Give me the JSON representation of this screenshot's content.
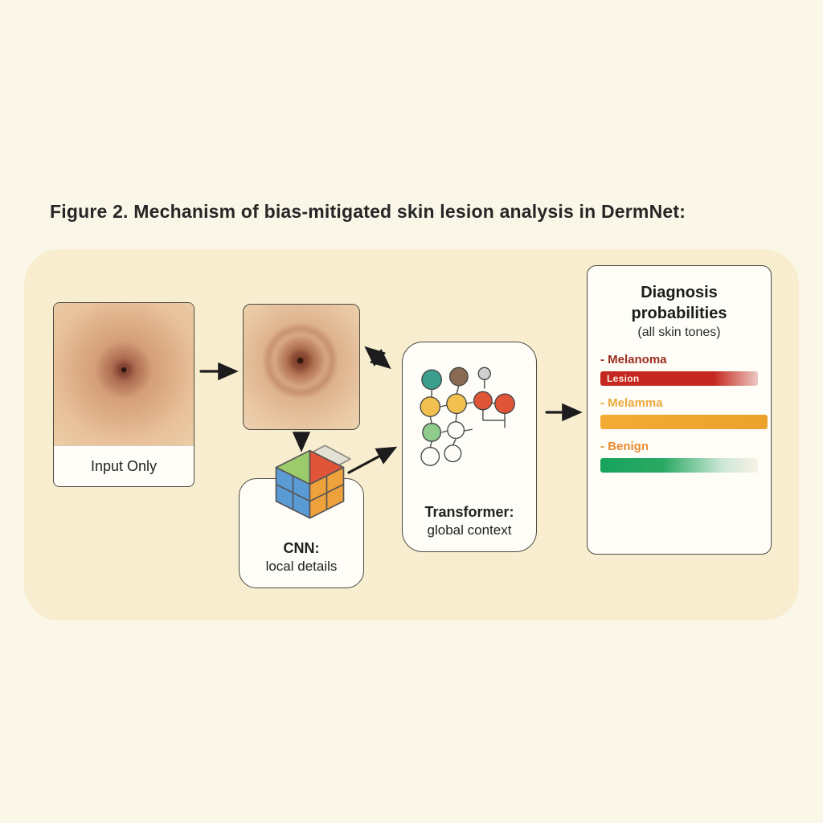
{
  "figure": {
    "caption": "Figure 2. Mechanism of bias-mitigated skin lesion analysis in DermNet:"
  },
  "panel": {
    "bg": "#f8eecf"
  },
  "input_card": {
    "label": "Input Only"
  },
  "cnn_card": {
    "title": "CNN:",
    "subtitle": "local details"
  },
  "transformer_card": {
    "title": "Transformer:",
    "subtitle": "global context"
  },
  "diagnosis_panel": {
    "title": "Diagnosis probabilities",
    "subtitle": "(all skin tones)",
    "bullet": "-",
    "bars": [
      {
        "label": "Melanoma",
        "overlay": "Lesion",
        "label_color": "#9c2c1e",
        "color": "#c4271f",
        "width_pct": 100,
        "gradient": "linear-gradient(90deg,#c4271f 0%,#c4271f 72%,#edc9c2 100%)"
      },
      {
        "label": "Melamma",
        "overlay": "",
        "label_color": "#ecaa3d",
        "color": "#f3ab35",
        "width_pct": 106,
        "gradient": "linear-gradient(90deg,#f3ab35 0%,#eca22c 100%)"
      },
      {
        "label": "Benign",
        "overlay": "",
        "label_color": "#ea8c33",
        "color": "#17a45c",
        "width_pct": 100,
        "gradient": "linear-gradient(90deg,#17a45c 0%,#2aa963 40%,#cfe8d8 78%,#f6f2e5 100%)"
      }
    ]
  }
}
